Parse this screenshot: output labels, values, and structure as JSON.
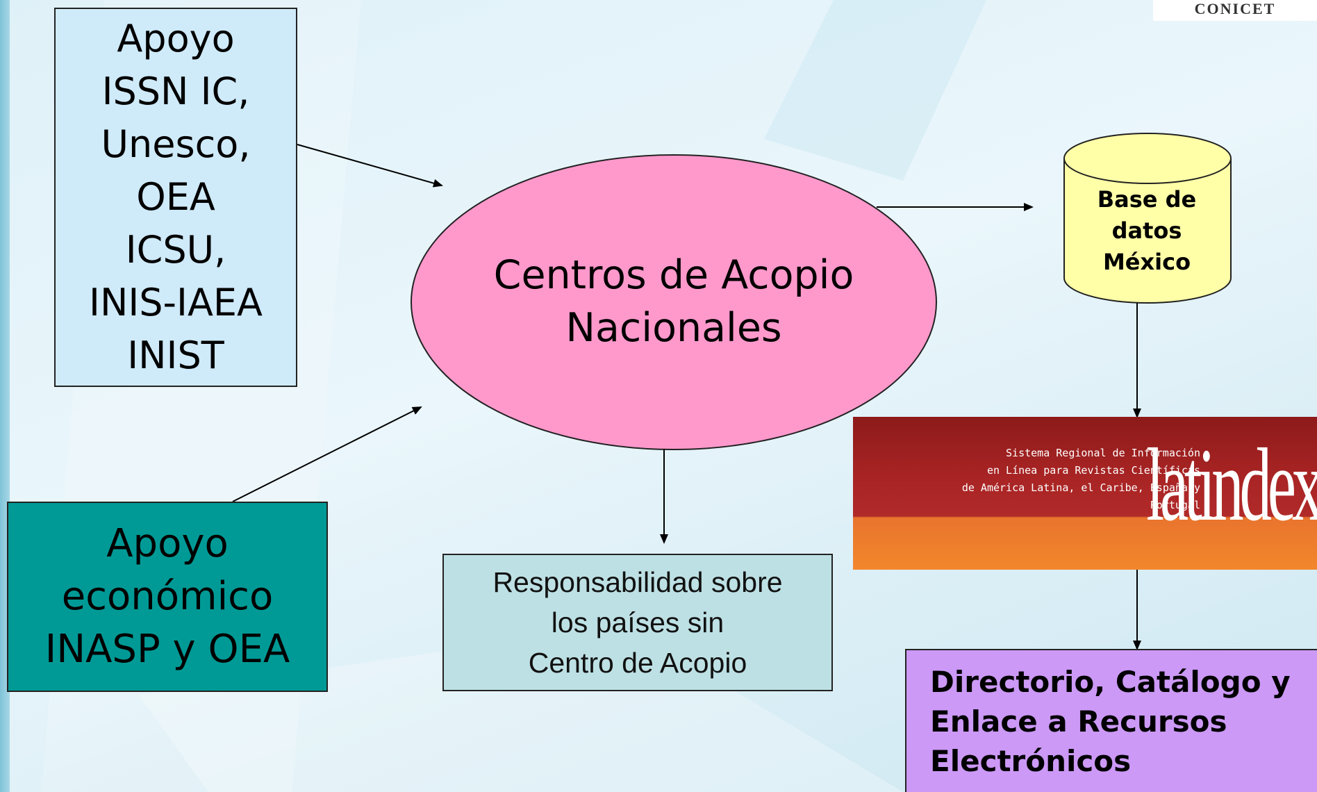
{
  "support_box": "Apoyo\nISSN IC,\nUnesco,\nOEA\nICSU,\nINIS-IAEA\nINIST",
  "center_node": "Centros de Acopio\nNacionales",
  "database_node": "Base de\ndatos\nMéxico",
  "economic_box": "Apoyo\neconómico\nINASP y OEA",
  "responsibility_box": "Responsabilidad sobre\nlos países sin\nCentro de Acopio",
  "directory_box": "Directorio, Catálogo y\nEnlace a Recursos\nElectrónicos",
  "latindex": {
    "caption": "Sistema Regional de Información\nen Línea para Revistas Científicas\nde América Latina, el Caribe, España y Portugal",
    "logo": "latindex"
  },
  "conicet_logo": "CONICET",
  "colors": {
    "ellipse": "#ff99cc",
    "database": "#ffffa8",
    "support": "#cfeaf9",
    "economic": "#009a96",
    "responsibility": "#bde0e4",
    "directory": "#cc99f6"
  }
}
